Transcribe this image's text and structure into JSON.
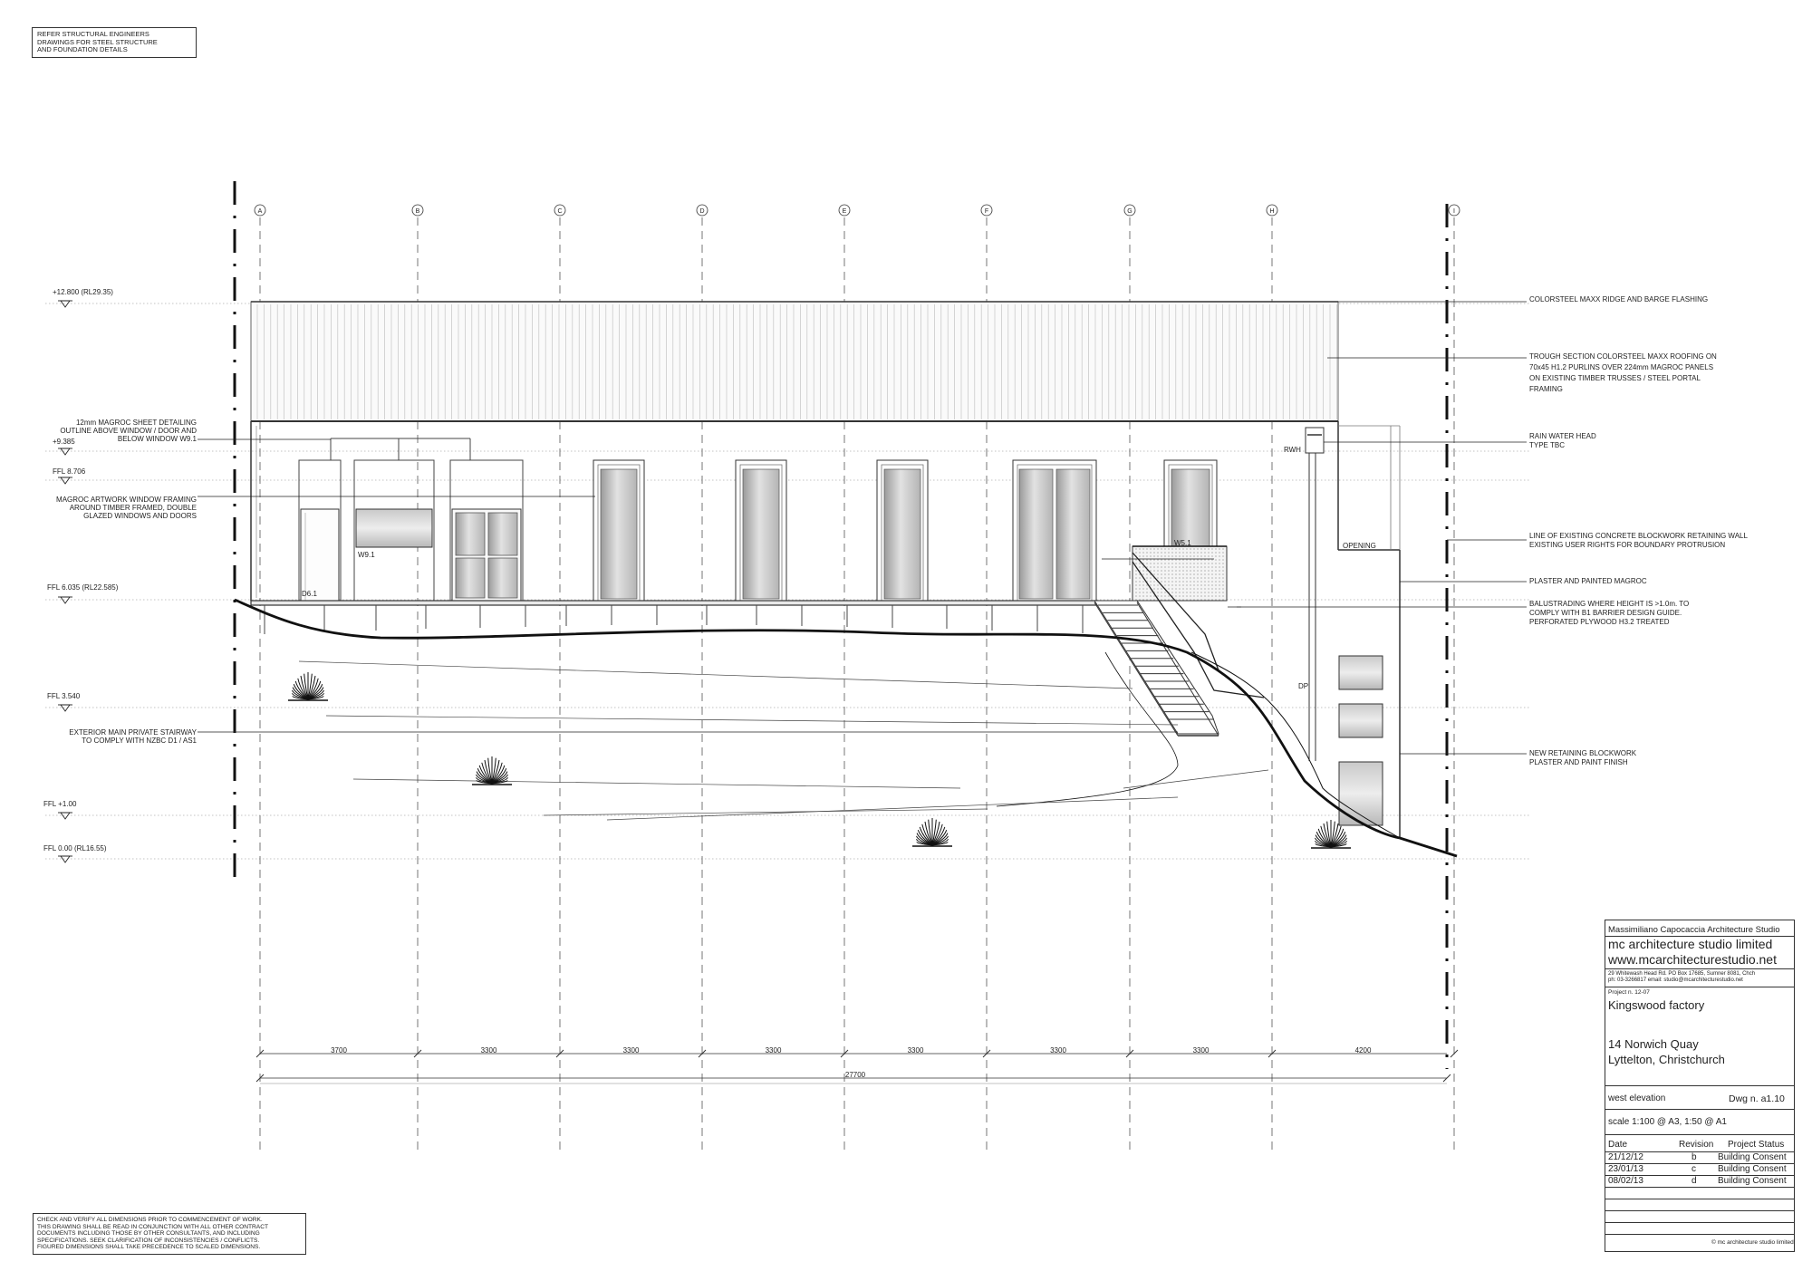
{
  "notes": {
    "top_left": [
      "REFER STRUCTURAL ENGINEERS",
      "DRAWINGS FOR STEEL STRUCTURE",
      "AND FOUNDATION DETAILS"
    ],
    "bottom_left": [
      "CHECK AND VERIFY ALL DIMENSIONS PRIOR TO COMMENCEMENT OF WORK.",
      "THIS DRAWING SHALL BE READ IN CONJUNCTION WITH ALL OTHER CONTRACT",
      "DOCUMENTS INCLUDING THOSE BY OTHER CONSULTANTS, AND INCLUDING",
      "SPECIFICATIONS. SEEK CLARIFICATION OF INCONSISTENCIES / CONFLICTS.",
      "FIGURED DIMENSIONS SHALL TAKE PRECEDENCE TO SCALED DIMENSIONS."
    ]
  },
  "grid": {
    "labels": [
      "A",
      "B",
      "C",
      "D",
      "E",
      "F",
      "G",
      "H",
      "I"
    ],
    "spacings": [
      "3700",
      "3300",
      "3300",
      "3300",
      "3300",
      "3300",
      "3300",
      "4200"
    ],
    "overall": "27700"
  },
  "levels": [
    {
      "label": "+12.800 (RL29.35)"
    },
    {
      "label": "+9.385"
    },
    {
      "label": "FFL 8.706"
    },
    {
      "label": "FFL 6.035 (RL22.585)"
    },
    {
      "label": "FFL 3.540"
    },
    {
      "label": "FFL +1.00"
    },
    {
      "label": "FFL 0.00 (RL16.55)"
    }
  ],
  "left_annotations": [
    {
      "lines": [
        "12mm MAGROC SHEET DETAILING",
        "OUTLINE ABOVE WINDOW / DOOR AND",
        "BELOW WINDOW W9.1"
      ]
    },
    {
      "lines": [
        "MAGROC ARTWORK WINDOW FRAMING",
        "AROUND TIMBER FRAMED, DOUBLE",
        "GLAZED WINDOWS AND DOORS"
      ]
    },
    {
      "lines": [
        "EXTERIOR MAIN PRIVATE STAIRWAY",
        "TO COMPLY WITH NZBC D1 / AS1"
      ]
    }
  ],
  "right_annotations": [
    {
      "lines": [
        "COLORSTEEL MAXX RIDGE AND BARGE FLASHING"
      ]
    },
    {
      "lines": [
        "TROUGH SECTION COLORSTEEL MAXX ROOFING ON",
        "70x45 H1.2 PURLINS OVER 224mm MAGROC PANELS",
        "ON EXISTING TIMBER TRUSSES / STEEL PORTAL",
        "FRAMING"
      ]
    },
    {
      "lines": [
        "RAIN WATER HEAD",
        "TYPE TBC"
      ]
    },
    {
      "lines": [
        "LINE OF EXISTING CONCRETE BLOCKWORK RETAINING WALL",
        "EXISTING USER RIGHTS FOR BOUNDARY PROTRUSION"
      ]
    },
    {
      "lines": [
        "PLASTER AND PAINTED MAGROC"
      ]
    },
    {
      "lines": [
        "BALUSTRADING WHERE HEIGHT IS >1.0m. TO",
        "COMPLY WITH B1 BARRIER DESIGN GUIDE.",
        "PERFORATED PLYWOOD H3.2 TREATED"
      ]
    },
    {
      "lines": [
        "NEW RETAINING BLOCKWORK",
        "PLASTER AND PAINT FINISH"
      ]
    }
  ],
  "tags": {
    "d61": "D6.1",
    "w91": "W9.1",
    "w51": "W5.1",
    "opening": "OPENING",
    "rwh": "RWH",
    "dp": "DP"
  },
  "title_block": {
    "studio": "Massimiliano Capocaccia Architecture Studio",
    "company": "mc architecture studio limited",
    "website": "www.mcarchitecturestudio.net",
    "contact": [
      "29 Whitewash Head Rd. PO Box 17685, Sumner 8081, Chch",
      "ph: 03-3266817 email: studio@mcarchitecturestudio.net"
    ],
    "project_no": "Project n. 12-07",
    "project": "Kingswood factory",
    "address": [
      "14 Norwich Quay",
      "Lyttelton, Christchurch"
    ],
    "drawing_name": "west elevation",
    "drawing_no": "Dwg n. a1.10",
    "scale": "scale 1:100 @ A3, 1:50 @ A1",
    "revision_headers": [
      "Date",
      "Revision",
      "Project Status"
    ],
    "revisions": [
      [
        "21/12/12",
        "b",
        "Building Consent"
      ],
      [
        "23/01/13",
        "c",
        "Building Consent"
      ],
      [
        "08/02/13",
        "d",
        "Building Consent"
      ]
    ],
    "copyright": "© mc architecture studio limited"
  }
}
